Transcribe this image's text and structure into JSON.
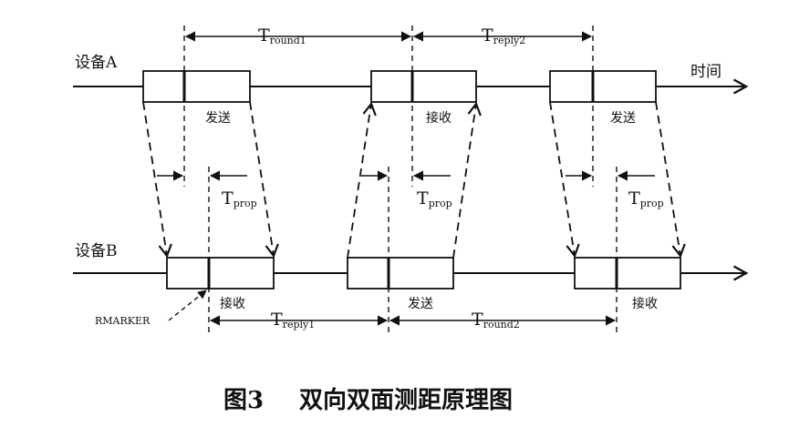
{
  "device_a": {
    "label": "设备A"
  },
  "device_b": {
    "label": "设备B"
  },
  "time_axis": {
    "label": "时间"
  },
  "a_boxes": [
    {
      "label": "发送"
    },
    {
      "label": "接收"
    },
    {
      "label": "发送"
    }
  ],
  "b_boxes": [
    {
      "label": "接收"
    },
    {
      "label": "发送"
    },
    {
      "label": "接收"
    }
  ],
  "intervals": {
    "t_round1": {
      "main": "T",
      "sub": "round1"
    },
    "t_reply2": {
      "main": "T",
      "sub": "reply2"
    },
    "t_reply1": {
      "main": "T",
      "sub": "reply1"
    },
    "t_round2": {
      "main": "T",
      "sub": "round2"
    },
    "t_prop_1": {
      "main": "T",
      "sub": "prop"
    },
    "t_prop_2": {
      "main": "T",
      "sub": "prop"
    },
    "t_prop_3": {
      "main": "T",
      "sub": "prop"
    }
  },
  "rmarker": {
    "label": "RMARKER"
  },
  "caption": {
    "figure": "图3",
    "title": "双向双面测距原理图"
  }
}
